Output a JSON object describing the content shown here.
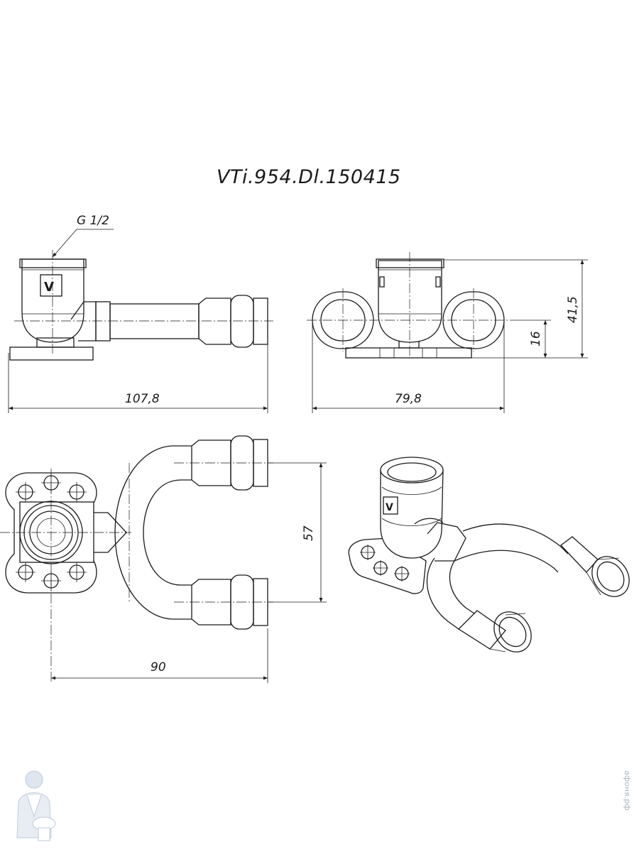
{
  "title": "VTi.954.Dl.150415",
  "thread_label": "G 1/2",
  "dimensions": {
    "length": "107,8",
    "width": "79,8",
    "height": "41,5",
    "axis_height": "16",
    "spacing": "57",
    "depth": "90"
  },
  "watermark": "афоня.рф"
}
